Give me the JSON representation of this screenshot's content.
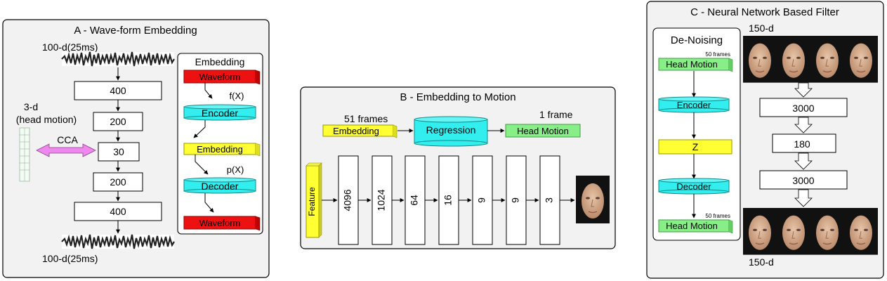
{
  "panel_a": {
    "title": "A - Wave-form Embedding",
    "input_label": "100-d(25ms)",
    "output_label": "100-d(25ms)",
    "layers": [
      "400",
      "200",
      "30",
      "200",
      "400"
    ],
    "side_label_line1": "3-d",
    "side_label_line2": "(head motion)",
    "cca_label": "CCA",
    "embedding_box": {
      "title": "Embedding",
      "waveform_top": "Waveform",
      "fx": "f(X)",
      "encoder": "Encoder",
      "embedding": "Embedding",
      "px": "p(X)",
      "decoder": "Decoder",
      "waveform_bottom": "Waveform"
    }
  },
  "panel_b": {
    "title": "B - Embedding to Motion",
    "frames_in": "51 frames",
    "frames_out": "1 frame",
    "embedding": "Embedding",
    "regression": "Regression",
    "head_motion": "Head Motion",
    "feature": "Feature",
    "layers": [
      "4096",
      "1024",
      "64",
      "16",
      "9",
      "9",
      "3"
    ]
  },
  "panel_c": {
    "title": "C - Neural Network Based Filter",
    "dim_top": "150-d",
    "dim_bottom": "150-d",
    "denoise_title": "De-Noising",
    "frames_top": "50 frames",
    "frames_bottom": "50 frames",
    "head_motion_top": "Head Motion",
    "encoder": "Encoder",
    "z": "Z",
    "decoder": "Decoder",
    "head_motion_bottom": "Head Motion",
    "layers": [
      "3000",
      "180",
      "3000"
    ]
  },
  "colors": {
    "yellow": "#ffff33",
    "cyan": "#33eeee",
    "green": "#88ee88",
    "red": "#ee1111",
    "pink": "#ee88ee",
    "panel_bg": "#f2f2f2"
  }
}
